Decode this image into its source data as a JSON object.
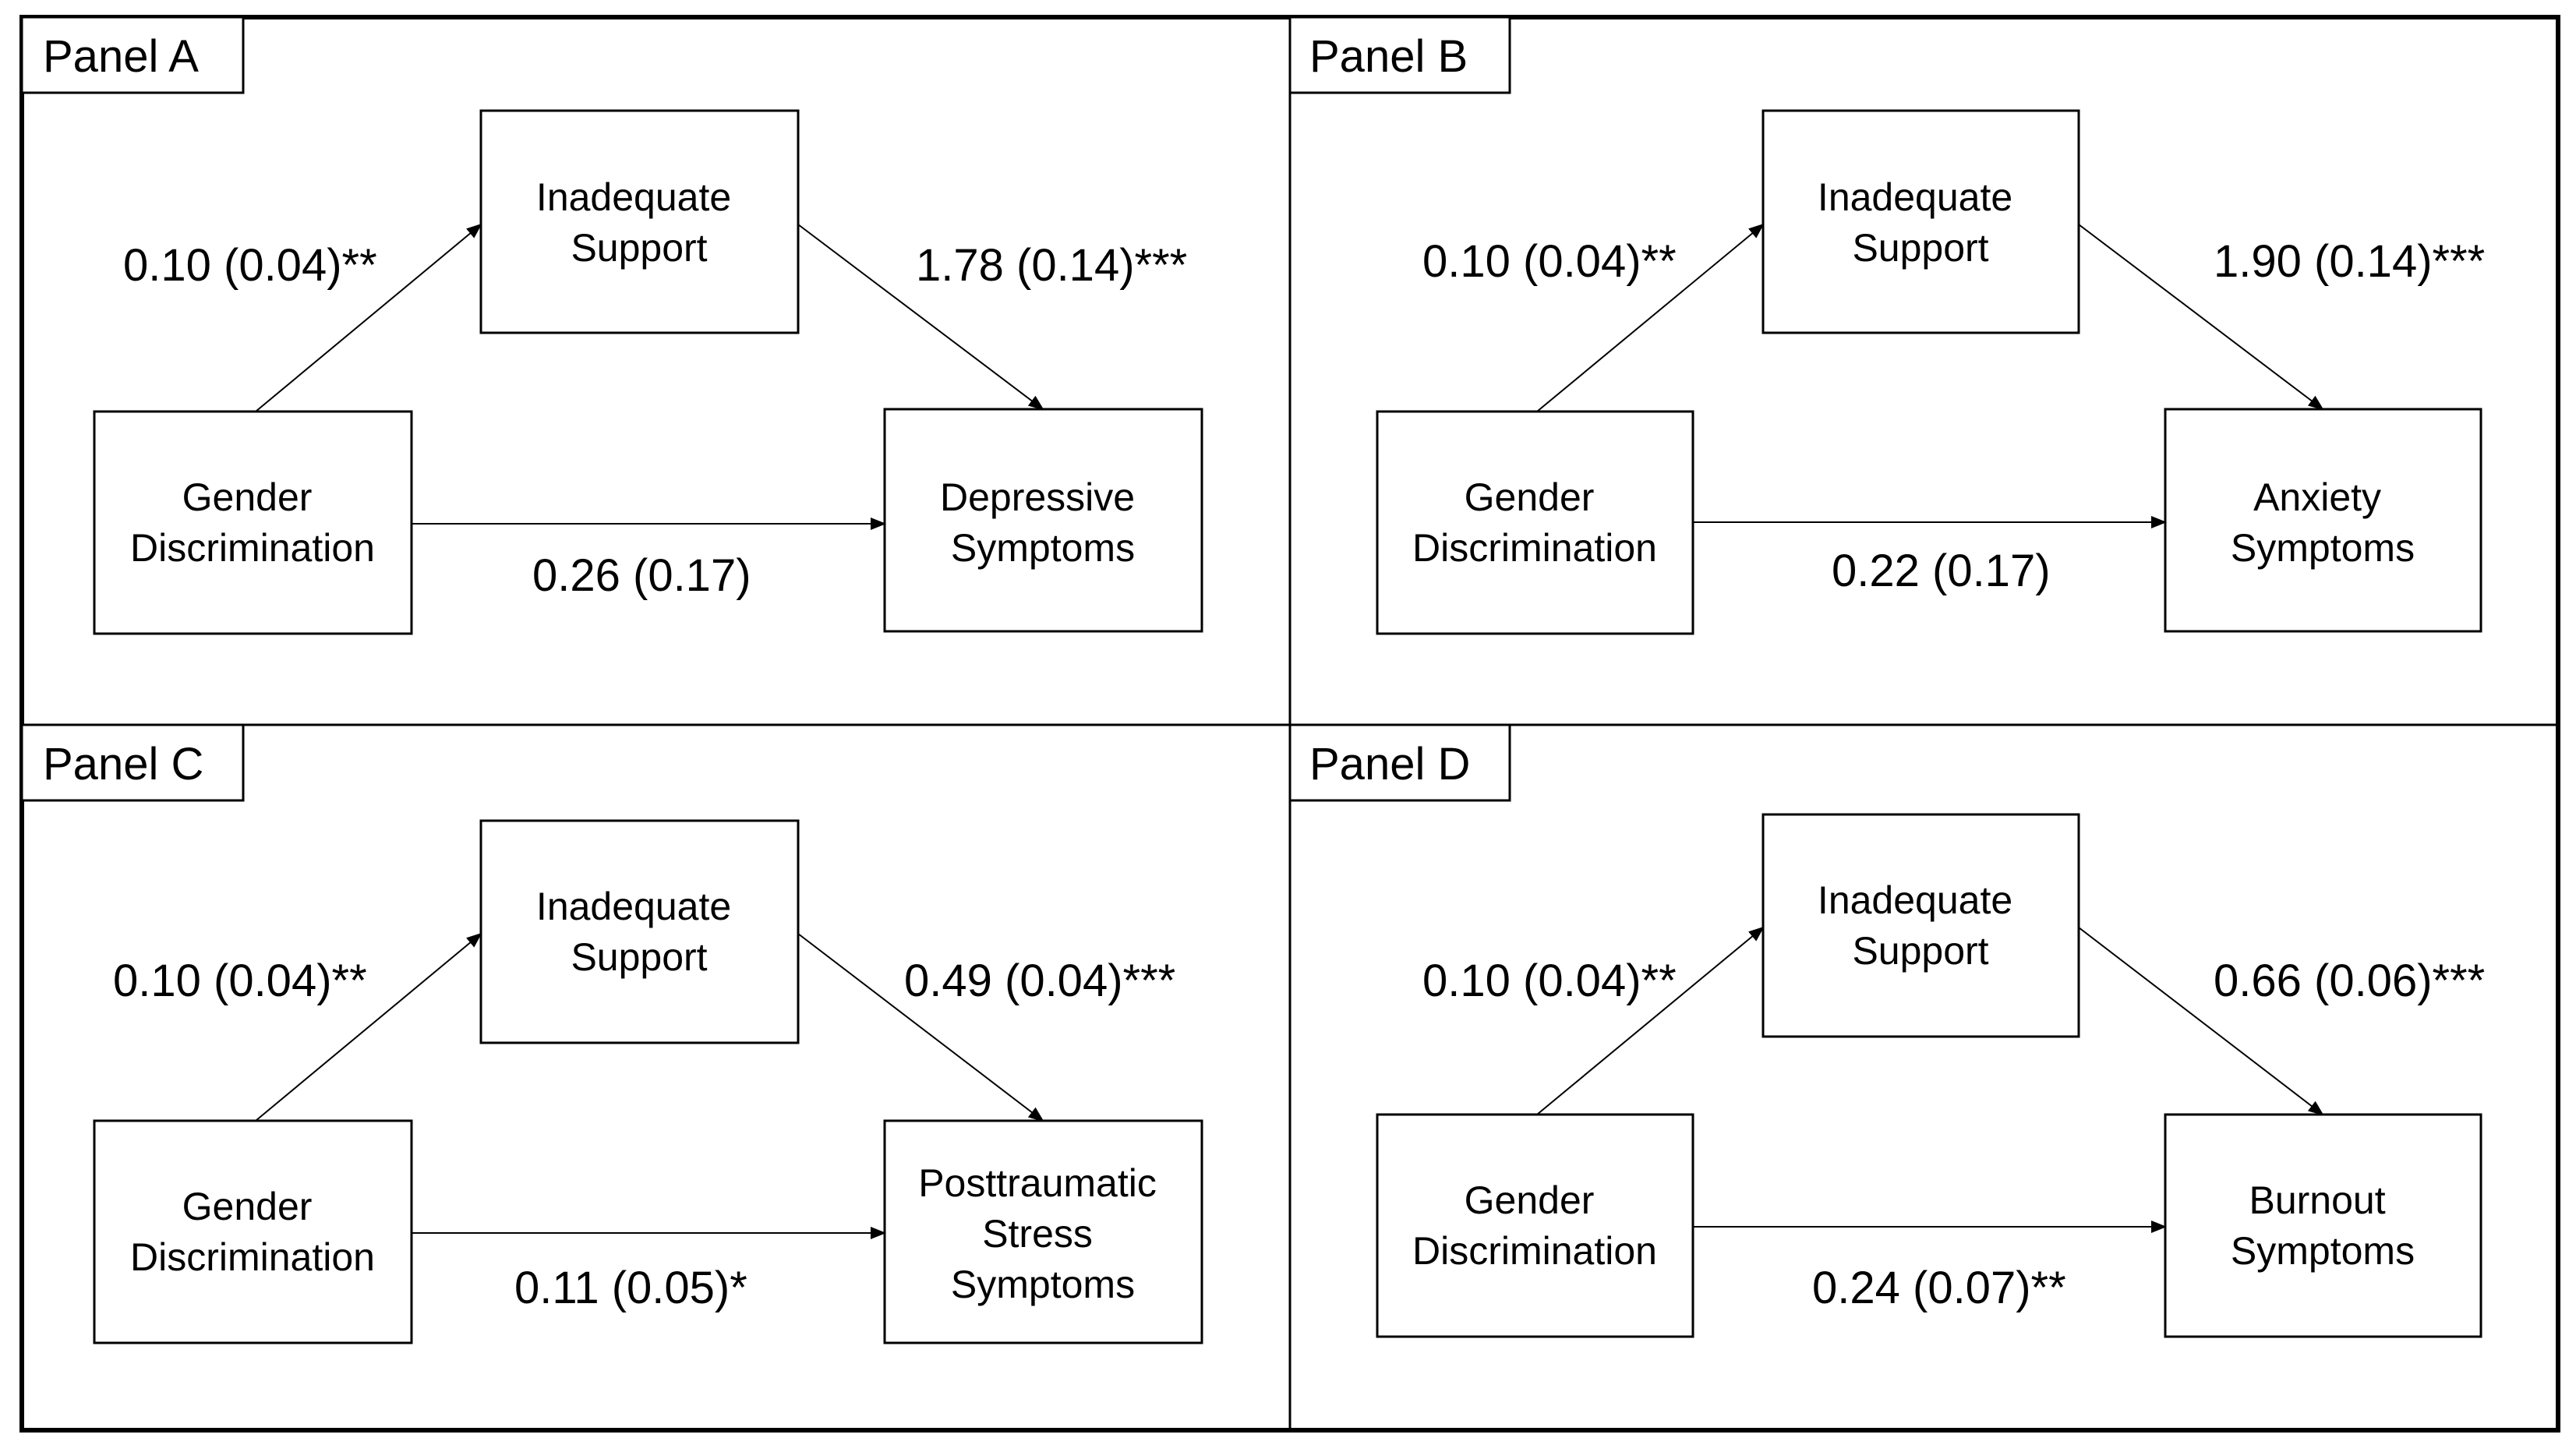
{
  "panels": [
    {
      "label": "Panel A",
      "mediator": [
        "Inadequate",
        "Support"
      ],
      "predictor": [
        "Gender",
        "Discrimination"
      ],
      "outcome": [
        "Depressive",
        "Symptoms"
      ],
      "path_a": "0.10 (0.04)**",
      "path_b": "1.78 (0.14)***",
      "path_c": "0.26 (0.17)"
    },
    {
      "label": "Panel B",
      "mediator": [
        "Inadequate",
        "Support"
      ],
      "predictor": [
        "Gender",
        "Discrimination"
      ],
      "outcome": [
        "Anxiety",
        "Symptoms"
      ],
      "path_a": "0.10 (0.04)**",
      "path_b": "1.90 (0.14)***",
      "path_c": "0.22 (0.17)"
    },
    {
      "label": "Panel C",
      "mediator": [
        "Inadequate",
        "Support"
      ],
      "predictor": [
        "Gender",
        "Discrimination"
      ],
      "outcome": [
        "Posttraumatic",
        "Stress",
        "Symptoms"
      ],
      "path_a": "0.10 (0.04)**",
      "path_b": "0.49 (0.04)***",
      "path_c": "0.11 (0.05)*"
    },
    {
      "label": "Panel D",
      "mediator": [
        "Inadequate",
        "Support"
      ],
      "predictor": [
        "Gender",
        "Discrimination"
      ],
      "outcome": [
        "Burnout",
        "Symptoms"
      ],
      "path_a": "0.10 (0.04)**",
      "path_b": "0.66 (0.06)***",
      "path_c": "0.24 (0.07)**"
    }
  ]
}
